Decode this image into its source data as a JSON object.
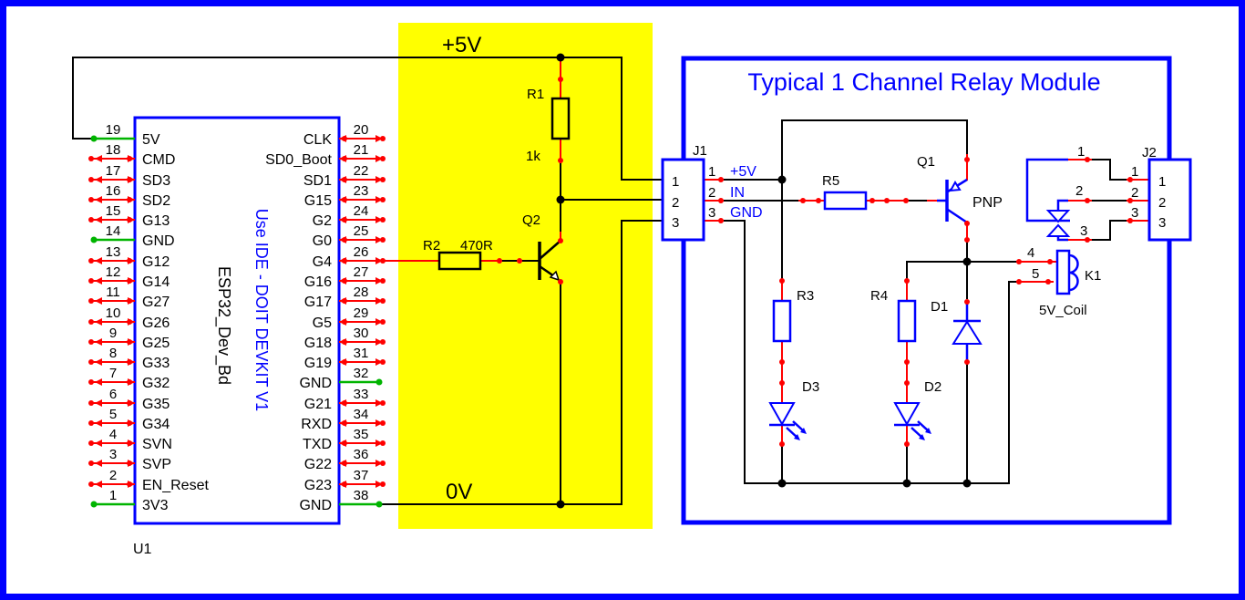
{
  "colors": {
    "wire_black": "#000000",
    "wire_red": "#ff0000",
    "wire_green": "#00b400",
    "symbol_blue": "#0000ff",
    "highlight_yellow": "#ffff00",
    "background": "#ffffff"
  },
  "power": {
    "vcc": "+5V",
    "gnd": "0V"
  },
  "esp32": {
    "ref": "U1",
    "title_vertical": "ESP32_Dev_Bd",
    "note_vertical": "Use IDE - DOIT DEVKIT V1",
    "left_pins": [
      {
        "num": "19",
        "name": "5V",
        "conn": "green"
      },
      {
        "num": "18",
        "name": "CMD",
        "conn": "nc"
      },
      {
        "num": "17",
        "name": "SD3",
        "conn": "nc"
      },
      {
        "num": "16",
        "name": "SD2",
        "conn": "nc"
      },
      {
        "num": "15",
        "name": "G13",
        "conn": "nc"
      },
      {
        "num": "14",
        "name": "GND",
        "conn": "green"
      },
      {
        "num": "13",
        "name": "G12",
        "conn": "nc"
      },
      {
        "num": "12",
        "name": "G14",
        "conn": "nc"
      },
      {
        "num": "11",
        "name": "G27",
        "conn": "nc"
      },
      {
        "num": "10",
        "name": "G26",
        "conn": "nc"
      },
      {
        "num": "9",
        "name": "G25",
        "conn": "nc"
      },
      {
        "num": "8",
        "name": "G33",
        "conn": "nc"
      },
      {
        "num": "7",
        "name": "G32",
        "conn": "nc"
      },
      {
        "num": "6",
        "name": "G35",
        "conn": "nc"
      },
      {
        "num": "5",
        "name": "G34",
        "conn": "nc"
      },
      {
        "num": "4",
        "name": "SVN",
        "conn": "nc"
      },
      {
        "num": "3",
        "name": "SVP",
        "conn": "nc"
      },
      {
        "num": "2",
        "name": "EN_Reset",
        "conn": "nc"
      },
      {
        "num": "1",
        "name": "3V3",
        "conn": "green"
      }
    ],
    "right_pins": [
      {
        "num": "20",
        "name": "CLK",
        "conn": "nc"
      },
      {
        "num": "21",
        "name": "SD0_Boot",
        "conn": "nc"
      },
      {
        "num": "22",
        "name": "SD1",
        "conn": "nc"
      },
      {
        "num": "23",
        "name": "G15",
        "conn": "nc"
      },
      {
        "num": "24",
        "name": "G2",
        "conn": "nc"
      },
      {
        "num": "25",
        "name": "G0",
        "conn": "nc"
      },
      {
        "num": "26",
        "name": "G4",
        "conn": "nc"
      },
      {
        "num": "27",
        "name": "G16",
        "conn": "nc"
      },
      {
        "num": "28",
        "name": "G17",
        "conn": "nc"
      },
      {
        "num": "29",
        "name": "G5",
        "conn": "nc"
      },
      {
        "num": "30",
        "name": "G18",
        "conn": "nc"
      },
      {
        "num": "31",
        "name": "G19",
        "conn": "nc"
      },
      {
        "num": "32",
        "name": "GND",
        "conn": "green"
      },
      {
        "num": "33",
        "name": "G21",
        "conn": "nc"
      },
      {
        "num": "34",
        "name": "RXD",
        "conn": "nc"
      },
      {
        "num": "35",
        "name": "TXD",
        "conn": "nc"
      },
      {
        "num": "36",
        "name": "G22",
        "conn": "nc"
      },
      {
        "num": "37",
        "name": "G23",
        "conn": "nc"
      },
      {
        "num": "38",
        "name": "GND",
        "conn": "green"
      }
    ]
  },
  "driver": {
    "r1": {
      "ref": "R1",
      "value": "1k"
    },
    "r2": {
      "ref": "R2",
      "value": "470R"
    },
    "q2": {
      "ref": "Q2"
    }
  },
  "relay": {
    "title": "Typical 1 Channel Relay Module",
    "j1": {
      "ref": "J1",
      "pins": [
        {
          "num": "1",
          "net": "+5V"
        },
        {
          "num": "2",
          "net": "IN"
        },
        {
          "num": "3",
          "net": "GND"
        }
      ]
    },
    "q1": {
      "ref": "Q1",
      "type": "PNP"
    },
    "r5": {
      "ref": "R5"
    },
    "r3": {
      "ref": "R3"
    },
    "r4": {
      "ref": "R4"
    },
    "d1": {
      "ref": "D1"
    },
    "d2": {
      "ref": "D2"
    },
    "d3": {
      "ref": "D3"
    },
    "k1": {
      "ref": "K1",
      "value": "5V_Coil",
      "pins": [
        "4",
        "5"
      ]
    },
    "contacts": {
      "pins": [
        "1",
        "2",
        "3"
      ]
    },
    "j2": {
      "ref": "J2",
      "pins": [
        "1",
        "2",
        "3"
      ]
    }
  }
}
